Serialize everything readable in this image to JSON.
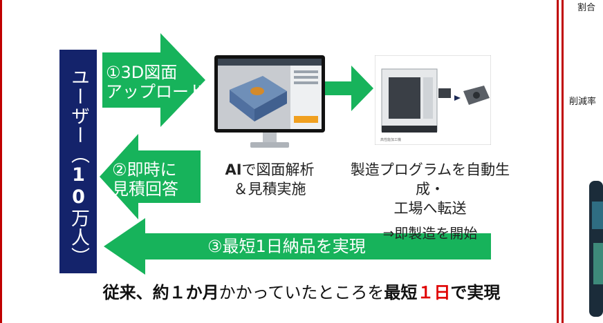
{
  "side": {
    "top_label": "割合",
    "mid_label": "削減率"
  },
  "user": {
    "text_a": "ユーザー",
    "text_b": "（",
    "text_num": "10",
    "text_c": "万人）"
  },
  "arrows": {
    "upload": {
      "line1": "①3D図面",
      "line2": "アップロード"
    },
    "quote": {
      "line1": "②即時に",
      "line2": "見積回答"
    },
    "delivery": {
      "label": "③最短1日納品を実現"
    }
  },
  "ai_caption": {
    "bold": "AI",
    "rest1": "で図面解析",
    "line2": "＆見積実施"
  },
  "mfg_caption": {
    "line1": "製造プログラムを自動生成・",
    "line2": "工場へ転送",
    "line3": "⇒即製造を開始"
  },
  "machine_caption": "高性能加工機",
  "bottom": {
    "part1": "従来、約１か月",
    "part2": "かかっていたところを",
    "part3": "最短",
    "part4": "１日",
    "part5": "で",
    "part6": "実現"
  },
  "colors": {
    "arrow_green": "#17b35b",
    "user_navy": "#14236b",
    "frame_red": "#c00000",
    "accent_red": "#e00000"
  }
}
